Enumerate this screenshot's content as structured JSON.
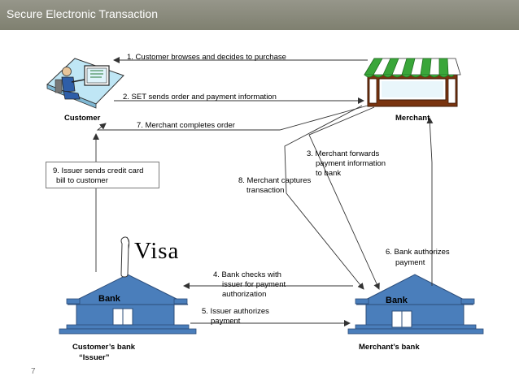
{
  "slide": {
    "title": "Secure Electronic Transaction",
    "page_number": "7"
  },
  "actors": {
    "customer": "Customer",
    "merchant": "Merchant",
    "customers_bank_line1": "Customer’s bank",
    "customers_bank_line2": "“Issuer”",
    "merchants_bank": "Merchant’s bank",
    "bank_label_left": "Bank",
    "bank_label_right": "Bank",
    "visa": "Visa"
  },
  "steps": {
    "s1": "1.  Customer browses and decides to purchase",
    "s2": "2. SET sends order and payment information",
    "s3_l1": "3. Merchant forwards",
    "s3_l2": "payment information",
    "s3_l3": "to bank",
    "s4_l1": "4. Bank checks with",
    "s4_l2": "issuer for payment",
    "s4_l3": "authorization",
    "s5_l1": "5. Issuer authorizes",
    "s5_l2": "payment",
    "s6_l1": "6. Bank authorizes",
    "s6_l2": "payment",
    "s7": "7. Merchant completes order",
    "s8_l1": "8. Merchant captures",
    "s8_l2": "transaction",
    "s9_l1": "9. Issuer sends credit card",
    "s9_l2": "bill to customer"
  },
  "colors": {
    "bank_fill": "#4a7ebb",
    "bank_stroke": "#2c4d7a",
    "awning_green": "#3aa63a",
    "shop_brown": "#7a3410",
    "arrow": "#333333"
  }
}
